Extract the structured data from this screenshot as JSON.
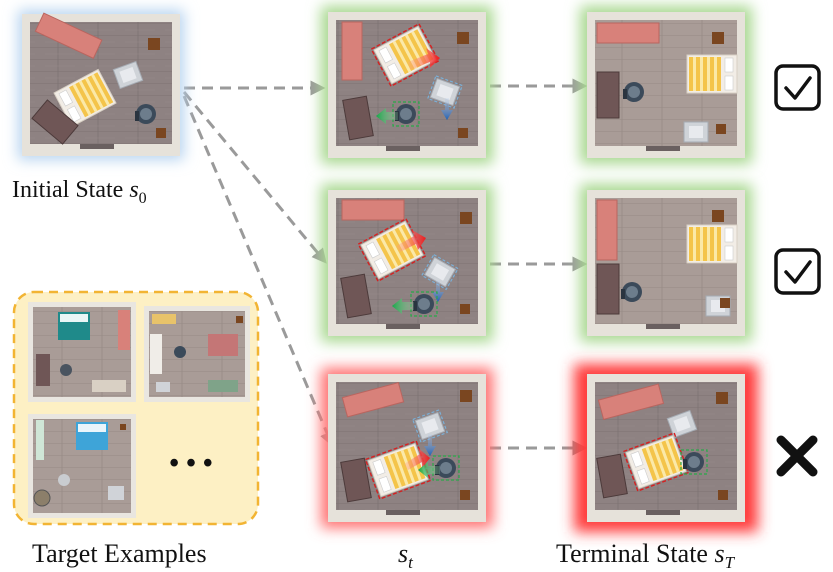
{
  "labels": {
    "initial_state": "Initial State",
    "initial_state_symbol": "s",
    "initial_state_sub": "0",
    "target_examples": "Target Examples",
    "intermediate_symbol": "s",
    "intermediate_sub": "t",
    "terminal_state": "Terminal State",
    "terminal_symbol": "s",
    "terminal_sub": "T",
    "ellipsis": "• • •"
  },
  "outcomes": [
    "success",
    "success",
    "failure"
  ],
  "colors": {
    "initial_glow": "#b8d4f0",
    "success_glow": "#a8d890",
    "failure_glow": "#ff5a5a",
    "target_bg": "#fdf0c4",
    "target_border": "#f2b433",
    "floor": "#8c7f7f",
    "wall": "#e6e2da",
    "sofa_red": "#d8817a",
    "arrow_gray": "#9a9a9a"
  }
}
